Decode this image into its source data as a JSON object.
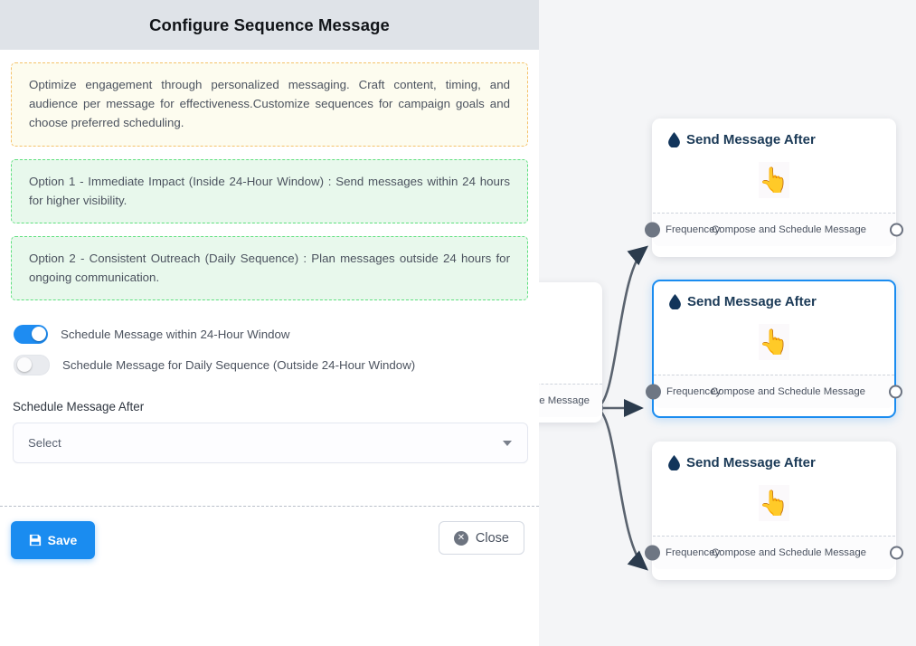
{
  "panel": {
    "header": {
      "title": "Configure Sequence Message"
    },
    "info_callout": "Optimize engagement through personalized messaging. Craft content, timing, and audience per message for effectiveness.Customize sequences for campaign goals and choose preferred scheduling.",
    "option_1": "Option 1 - Immediate Impact (Inside 24-Hour Window) : Send messages within 24 hours for higher visibility.",
    "option_2": "Option 2 - Consistent Outreach (Daily Sequence) : Plan messages outside 24 hours for ongoing communication.",
    "toggles": [
      {
        "label": "Schedule Message within 24-Hour Window",
        "state": "on"
      },
      {
        "label": "Schedule Message for Daily Sequence (Outside 24-Hour Window)",
        "state": "off"
      }
    ],
    "schedule_field": {
      "label": "Schedule Message After",
      "value": "Select",
      "caret_icon": "chevron-down-icon"
    },
    "footer": {
      "save_label": "Save",
      "save_icon": "floppy-save-icon",
      "close_label": "Close",
      "close_icon": "close-circle-icon"
    }
  },
  "canvas": {
    "partial_node": {
      "foot_right": "ce Message"
    },
    "nodes": [
      {
        "title": "Send Message After",
        "icon": "water-drop-icon",
        "body_icon": "pointing-hand-cursor-icon",
        "foot_left": "Frequencey",
        "foot_right": "Compose and Schedule Message",
        "selected": false
      },
      {
        "title": "Send Message After",
        "icon": "water-drop-icon",
        "body_icon": "pointing-hand-cursor-icon",
        "foot_left": "Frequencey",
        "foot_right": "Compose and Schedule Message",
        "selected": true
      },
      {
        "title": "Send Message After",
        "icon": "water-drop-icon",
        "body_icon": "pointing-hand-cursor-icon",
        "foot_left": "Frequencey",
        "foot_right": "Compose and Schedule Message",
        "selected": false
      }
    ]
  },
  "colors": {
    "accent_blue": "#1a8cf0",
    "header_gray": "#dfe3e8",
    "canvas_bg": "#f4f5f7",
    "info_border": "#f5c26b",
    "info_bg": "#fdfcef",
    "option_border": "#5fe07f",
    "option_bg": "#e8f8ec",
    "node_title": "#1b3a57",
    "edge_gray": "#5a636f"
  }
}
